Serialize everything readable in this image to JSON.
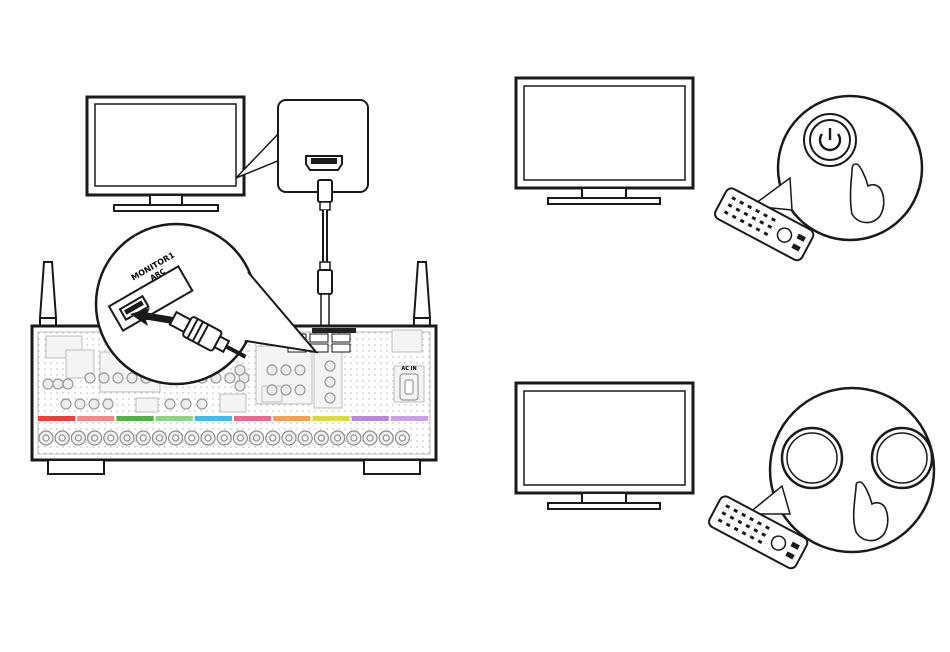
{
  "colors": {
    "line": "#1a1a1a",
    "panel": "#f2f2f2",
    "jack": "#d9d9d9",
    "hdmi_label_bg": "#222222",
    "strip_colors": [
      "#e83f3f",
      "#f08a8a",
      "#55b04a",
      "#8fd08a",
      "#45b8e6",
      "#e86a8f",
      "#f2a15a",
      "#d8d84a",
      "#b68ad8",
      "#c9a2e6"
    ]
  },
  "icons": {
    "power": "power-icon",
    "volume_knob": "knob-icon"
  },
  "labels": {
    "monitor_port": "MONITOR1",
    "monitor_port_sub": "ARC",
    "ac_in": "AC IN"
  }
}
